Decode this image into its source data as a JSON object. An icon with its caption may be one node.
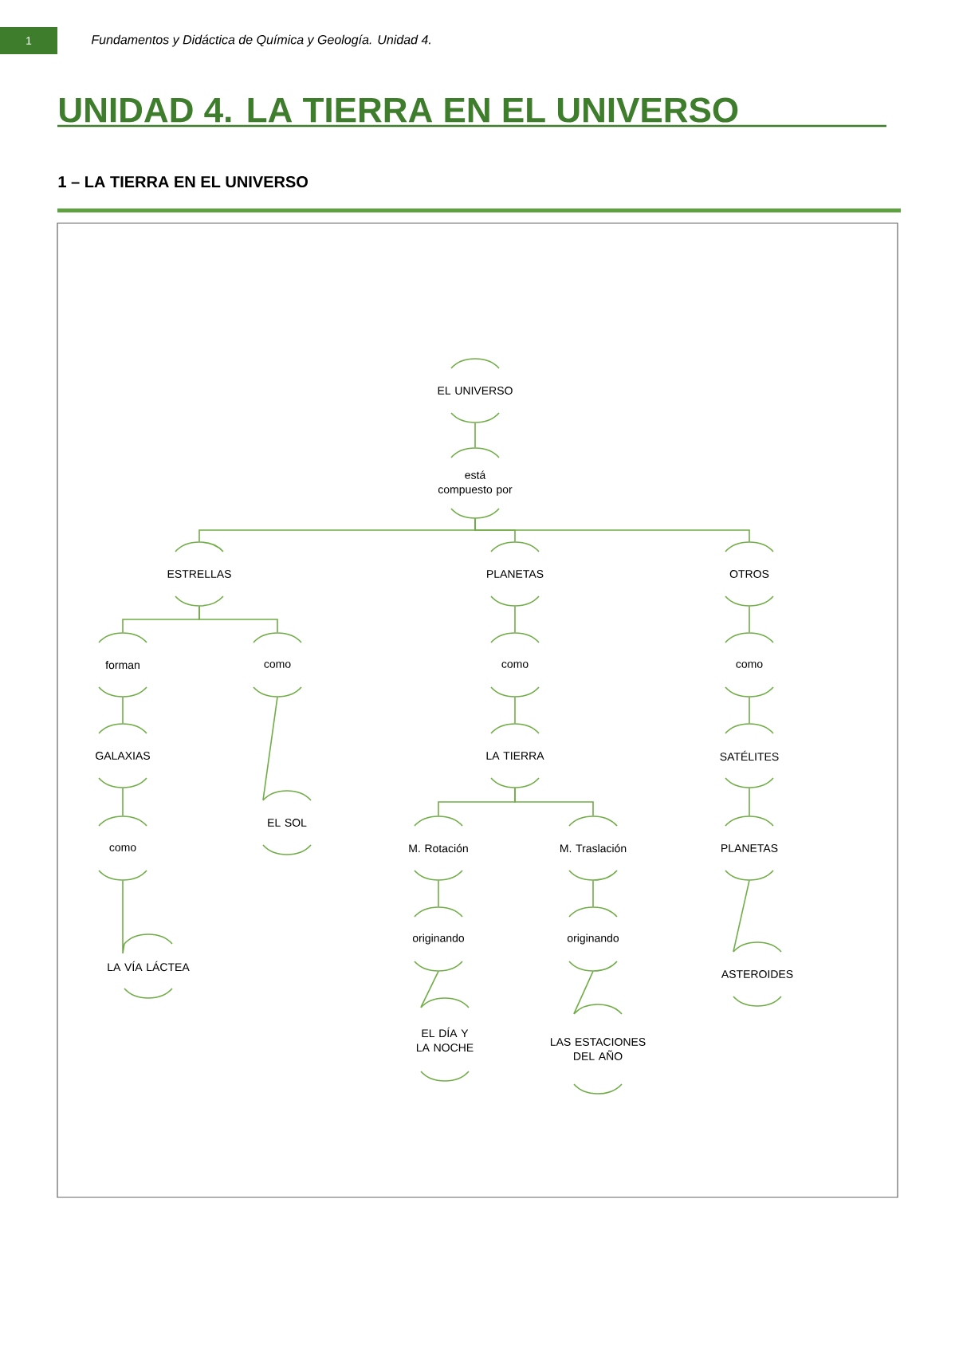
{
  "diagram": {
    "title": "UNIDAD 4. LA TIERRA EN EL UNIVERSO",
    "nodes": [
      {
        "text": [
          "EL UNIVERSO"
        ]
      },
      {
        "text": [
          "está compuesto por"
        ]
      },
      {
        "text": [
          "ESTRELLAS"
        ]
      },
      {
        "text": [
          "PLANETAS"
        ]
      },
      {
        "text": [
          "OTROS"
        ]
      },
      {
        "text": [
          "forman"
        ]
      },
      {
        "text": [
          "como"
        ]
      },
      {
        "text": [
          "GALAXIAS"
        ]
      },
      {
        "text": [
          "EL SOL"
        ]
      },
      {
        "text": [
          "como"
        ]
      },
      {
        "text": [
          "LA VÍA LÁCTEA"
        ]
      },
      {
        "text": [
          "como"
        ]
      },
      {
        "text": [
          "LA TIERRA"
        ]
      },
      {
        "text": [
          "M. Rotación"
        ]
      },
      {
        "text": [
          "M. Traslación"
        ]
      },
      {
        "text": [
          "originando"
        ]
      },
      {
        "text": [
          "originando"
        ]
      },
      {
        "text": [
          "EL DÍA Y LA NOCHE"
        ]
      },
      {
        "text": [
          "LAS ESTACIONES DEL AÑO"
        ]
      },
      {
        "text": [
          "como"
        ]
      },
      {
        "text": [
          "SATÉLITES"
        ]
      },
      {
        "text": [
          "PLANETAS"
        ]
      },
      {
        "text": [
          "ASTEROIDES"
        ]
      }
    ],
    "edges": [
      {
        "from": 0,
        "to": 1,
        "arrow": "none"
      },
      {
        "from": 1,
        "to": 2,
        "arrow": "none"
      },
      {
        "from": 1,
        "to": 3,
        "arrow": "none"
      },
      {
        "from": 1,
        "to": 4,
        "arrow": "none"
      },
      {
        "from": 2,
        "to": 5,
        "arrow": "none"
      },
      {
        "from": 2,
        "to": 6,
        "arrow": "none"
      },
      {
        "from": 5,
        "to": 7,
        "arrow": "none"
      },
      {
        "from": 6,
        "to": 8,
        "arrow": "none"
      },
      {
        "from": 7,
        "to": 9,
        "arrow": "none"
      },
      {
        "from": 9,
        "to": 10,
        "arrow": "none"
      },
      {
        "from": 3,
        "to": 11,
        "arrow": "none"
      },
      {
        "from": 11,
        "to": 12,
        "arrow": "none"
      },
      {
        "from": 12,
        "to": 13,
        "arrow": "none"
      },
      {
        "from": 12,
        "to": 14,
        "arrow": "none"
      },
      {
        "from": 13,
        "to": 15,
        "arrow": "none"
      },
      {
        "from": 14,
        "to": 16,
        "arrow": "none"
      },
      {
        "from": 15,
        "to": 17,
        "arrow": "none"
      },
      {
        "from": 16,
        "to": 18,
        "arrow": "none"
      },
      {
        "from": 4,
        "to": 19,
        "arrow": "none"
      },
      {
        "from": 19,
        "to": 20,
        "arrow": "none"
      },
      {
        "from": 20,
        "to": 21,
        "arrow": "none"
      },
      {
        "from": 21,
        "to": 22,
        "arrow": "none"
      }
    ],
    "labels": [
      "1",
      "Fundamentos y Didáctica de Química y Geología. Unidad 4.",
      "1 – LA TIERRA EN EL UNIVERSO"
    ]
  }
}
